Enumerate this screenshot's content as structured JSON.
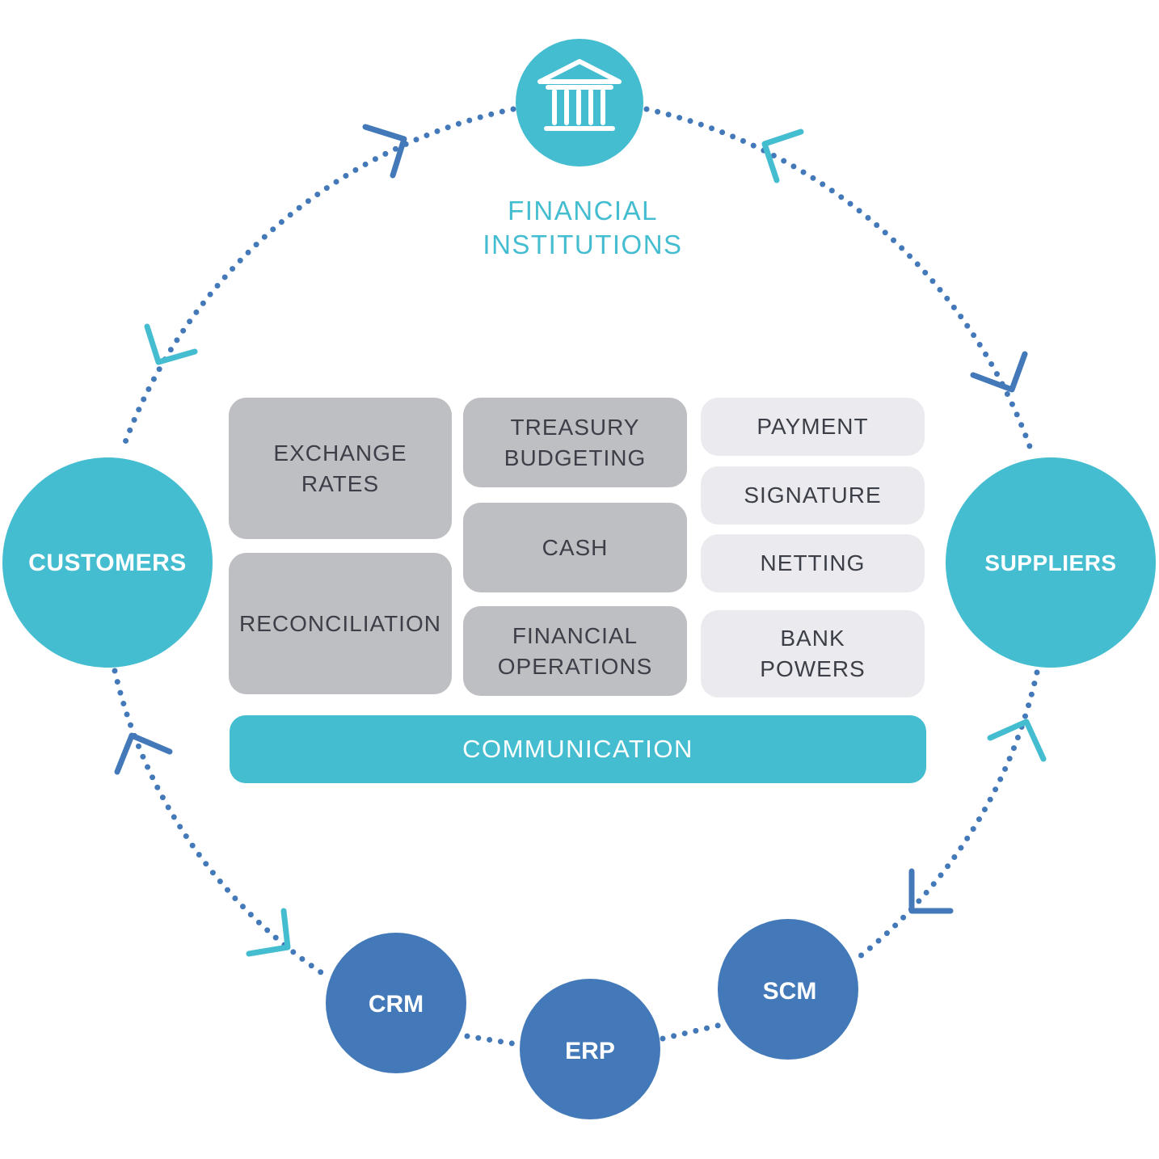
{
  "colors": {
    "teal": "#45bdd0",
    "blue": "#4379b8",
    "grey_box": "#bdbfc3",
    "light_box": "#ebebef",
    "text_dark": "#3c3f47"
  },
  "nodes": {
    "financial_institutions": {
      "icon": "bank-building-icon",
      "label_line1": "FINANCIAL",
      "label_line2": "INSTITUTIONS"
    },
    "customers": {
      "label": "CUSTOMERS"
    },
    "suppliers": {
      "label": "SUPPLIERS"
    },
    "crm": {
      "label": "CRM"
    },
    "erp": {
      "label": "ERP"
    },
    "scm": {
      "label": "SCM"
    }
  },
  "modules": {
    "exchange_rates": "EXCHANGE\nRATES",
    "reconciliation": "RECONCILIATION",
    "treasury_budgeting": "TREASURY\nBUDGETING",
    "cash": "CASH",
    "financial_operations": "FINANCIAL\nOPERATIONS",
    "payment": "PAYMENT",
    "signature": "SIGNATURE",
    "netting": "NETTING",
    "bank_powers": "BANK\nPOWERS",
    "communication": "COMMUNICATION"
  }
}
